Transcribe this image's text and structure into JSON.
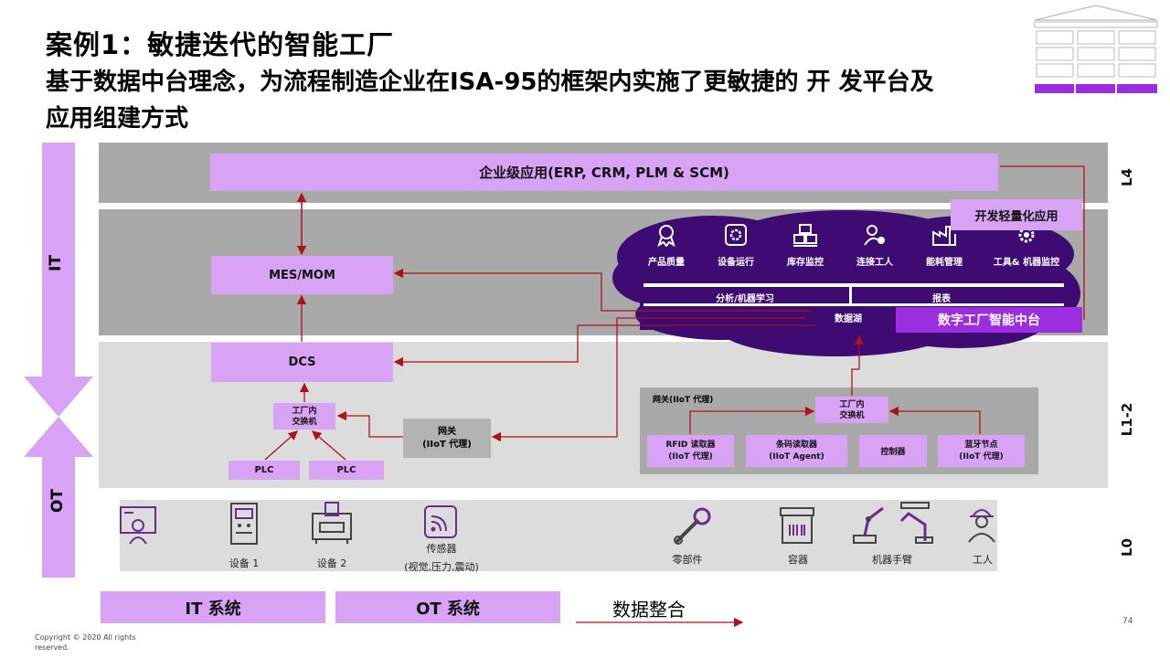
{
  "title": {
    "case": "案例1：敏捷迭代的智能工厂",
    "subtitle": "基于数据中台理念，为流程制造企业在ISA-95的框架内实施了更敏捷的 开 发平台及应用组建方式"
  },
  "levels": {
    "l4": "L4",
    "l12": "L1-2",
    "l0": "L0"
  },
  "arrows": {
    "it": "IT",
    "ot": "OT"
  },
  "boxes": {
    "enterprise": "企业级应用(ERP, CRM, PLM & SCM)",
    "mes": "MES/MOM",
    "dcs": "DCS",
    "switch_left": "工厂内\n交换机",
    "plc1": "PLC",
    "plc2": "PLC",
    "gateway": "网关\n(IIoT 代理)",
    "light_app": "开发轻量化应用",
    "digital_hub": "数字工厂智能中台",
    "iot_group": "网关(IIoT 代理)",
    "switch_right": "工厂内\n交换机",
    "rfid": "RFID 读取器\n(IIoT 代理)",
    "barcode": "条码读取器\n(IIoT Agent)",
    "controller": "控制器",
    "bluetooth": "蓝牙节点\n(IIoT 代理)"
  },
  "cloud": {
    "apps": [
      {
        "label": "产品质量",
        "icon": "quality-badge-icon"
      },
      {
        "label": "设备运行",
        "icon": "gear-icon"
      },
      {
        "label": "库存监控",
        "icon": "inventory-icon"
      },
      {
        "label": "连接工人",
        "icon": "worker-gear-icon"
      },
      {
        "label": "能耗管理",
        "icon": "factory-icon"
      },
      {
        "label": "工具& 机器监控",
        "icon": "machine-gear-icon"
      }
    ],
    "analytics": "分析/机器学习",
    "reports": "报表",
    "datalake": "数据湖"
  },
  "l0": [
    {
      "label": "",
      "icon": "operator-screen-icon"
    },
    {
      "label": "设备 1",
      "icon": "machine-panel-icon"
    },
    {
      "label": "设备 2",
      "icon": "cnc-machine-icon"
    },
    {
      "label": "传感器",
      "sublabel": "(视觉,压力,震动)",
      "icon": "sensor-icon"
    },
    {
      "label": "零部件",
      "icon": "engine-part-icon"
    },
    {
      "label": "容器",
      "icon": "container-icon"
    },
    {
      "label": "机器手臂",
      "icon": "robot-arm-icon"
    },
    {
      "label": "工人",
      "icon": "worker-icon"
    }
  ],
  "legend": {
    "it": "IT  系统",
    "ot": "OT  系统",
    "data": "数据整合"
  },
  "page_number": "74",
  "copyright": "Copyright © 2020  All rights reserved.",
  "colors": {
    "purple": "#d9a3f5",
    "deep_purple": "#3d0b72",
    "accent": "#9b2fe0",
    "arrow": "#b0101a"
  }
}
